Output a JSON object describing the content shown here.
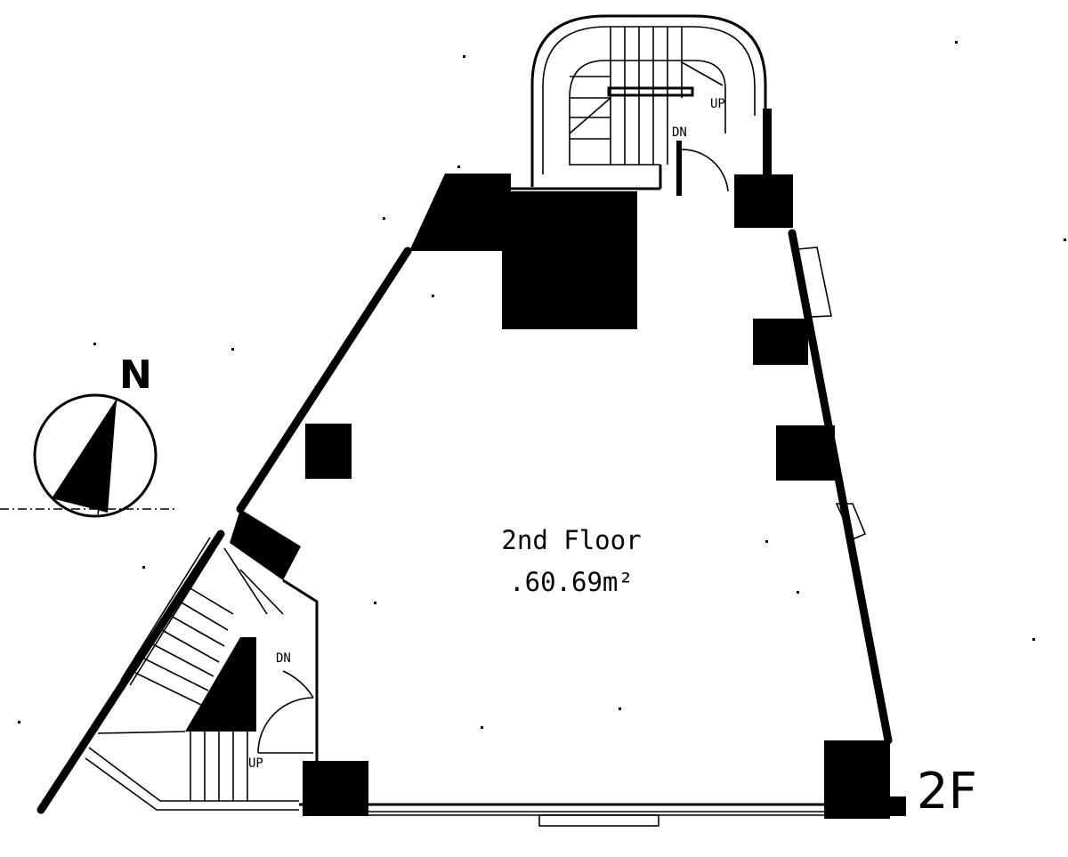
{
  "floor_plan": {
    "floor_name": "2nd Floor",
    "area": ".60.69m²",
    "level_tag": "2F",
    "north_label": "N",
    "stair_labels": {
      "upper_up": "UP",
      "upper_down": "DN",
      "lower_down": "DN",
      "lower_up": "UP"
    }
  }
}
